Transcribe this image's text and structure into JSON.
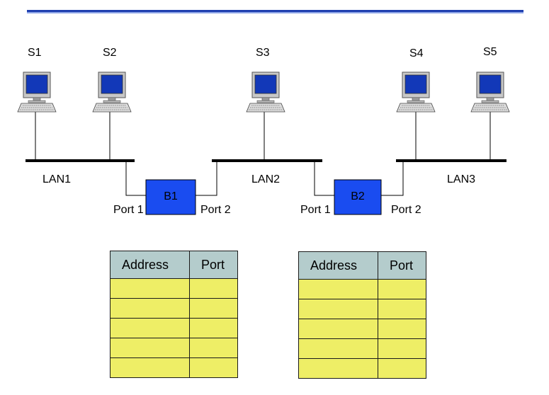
{
  "stations": [
    {
      "id": "s1",
      "label": "S1"
    },
    {
      "id": "s2",
      "label": "S2"
    },
    {
      "id": "s3",
      "label": "S3"
    },
    {
      "id": "s4",
      "label": "S4"
    },
    {
      "id": "s5",
      "label": "S5"
    }
  ],
  "lans": [
    {
      "id": "lan1",
      "label": "LAN1"
    },
    {
      "id": "lan2",
      "label": "LAN2"
    },
    {
      "id": "lan3",
      "label": "LAN3"
    }
  ],
  "bridges": [
    {
      "id": "b1",
      "label": "B1",
      "port_left": "Port 1",
      "port_right": "Port 2"
    },
    {
      "id": "b2",
      "label": "B2",
      "port_left": "Port 1",
      "port_right": "Port 2"
    }
  ],
  "tables": [
    {
      "headers": [
        "Address",
        "Port"
      ],
      "rows": [
        [
          "",
          ""
        ],
        [
          "",
          ""
        ],
        [
          "",
          ""
        ],
        [
          "",
          ""
        ],
        [
          "",
          ""
        ]
      ]
    },
    {
      "headers": [
        "Address",
        "Port"
      ],
      "rows": [
        [
          "",
          ""
        ],
        [
          "",
          ""
        ],
        [
          "",
          ""
        ],
        [
          "",
          ""
        ],
        [
          "",
          ""
        ]
      ]
    }
  ],
  "colors": {
    "bridge_fill": "#1a4cf0",
    "header_fill": "#b4cccc",
    "cell_fill": "#eeee66",
    "rule": "#1f3fb0"
  }
}
